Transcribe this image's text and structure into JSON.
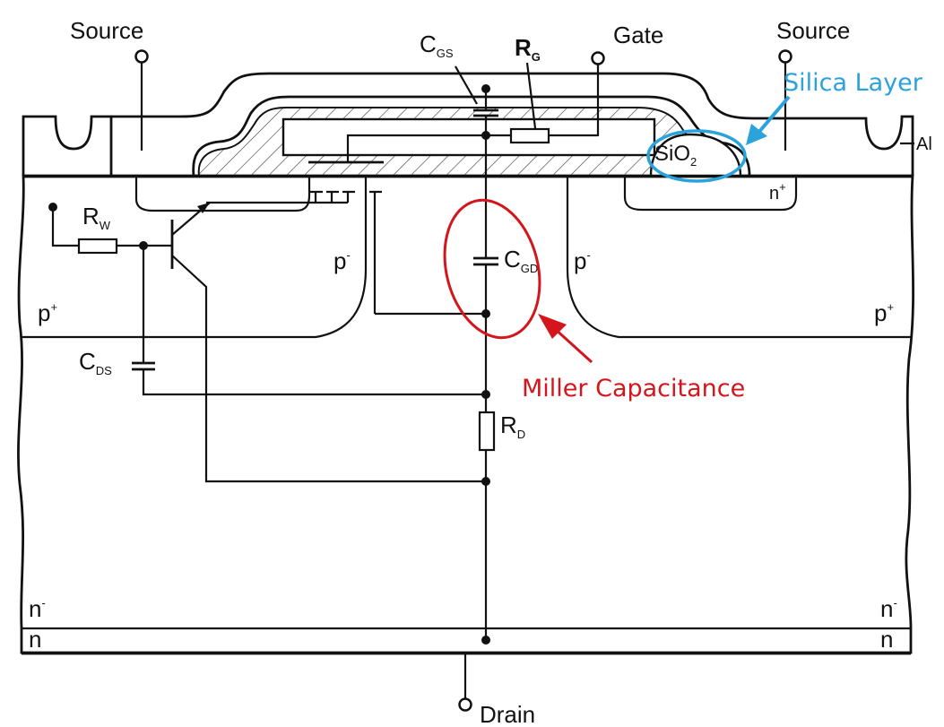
{
  "terminals": {
    "source_left": "Source",
    "source_right": "Source",
    "gate": "Gate",
    "drain": "Drain"
  },
  "components": {
    "cgs": {
      "main": "C",
      "sub": "GS"
    },
    "rg": {
      "main": "R",
      "sub": "G"
    },
    "rw": {
      "main": "R",
      "sub": "W"
    },
    "cgd": {
      "main": "C",
      "sub": "GD"
    },
    "cds": {
      "main": "C",
      "sub": "DS"
    },
    "rd": {
      "main": "R",
      "sub": "D"
    }
  },
  "materials": {
    "sio2": {
      "main": "SiO",
      "sub": "2"
    },
    "al": "Al",
    "n_plus": {
      "main": "n",
      "sup": "+"
    },
    "p_minus_left": {
      "main": "p",
      "sup": "-"
    },
    "p_minus_right": {
      "main": "p",
      "sup": "-"
    },
    "p_plus_left": {
      "main": "p",
      "sup": "+"
    },
    "p_plus_right": {
      "main": "p",
      "sup": "+"
    },
    "n_minus_left": {
      "main": "n",
      "sup": "-"
    },
    "n_minus_right": {
      "main": "n",
      "sup": "-"
    },
    "n_left": "n",
    "n_right": "n"
  },
  "annotations": {
    "silica_layer": {
      "text": "Silica Layer",
      "color": "#2aa2dc"
    },
    "miller_capacitance": {
      "text": "Miller Capacitance",
      "color": "#d4161c"
    }
  },
  "colors": {
    "line": "#111111",
    "background": "#ffffff",
    "hatch": "#444444"
  }
}
